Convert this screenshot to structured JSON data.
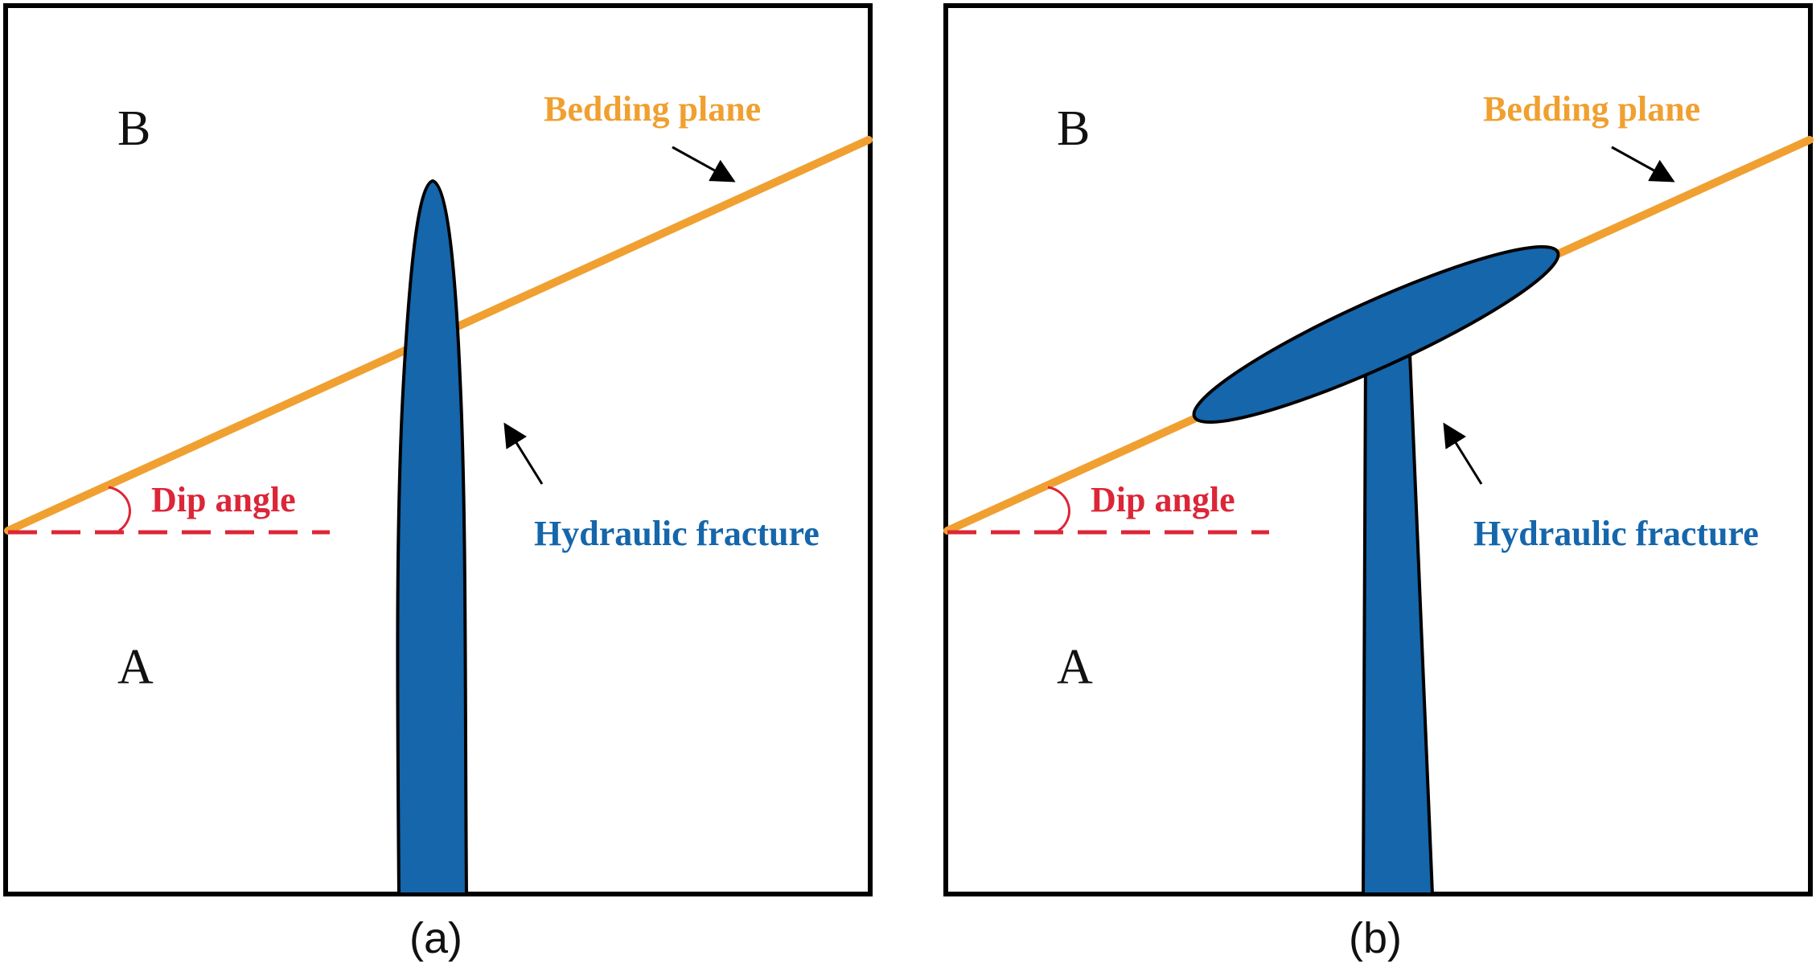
{
  "panels": [
    {
      "caption": "(a)",
      "label_top": "B",
      "label_bottom": "A",
      "bedding_label": "Bedding plane",
      "fracture_label": "Hydraulic fracture",
      "dip_label": "Dip angle"
    },
    {
      "caption": "(b)",
      "label_top": "B",
      "label_bottom": "A",
      "bedding_label": "Bedding plane",
      "fracture_label": "Hydraulic fracture",
      "dip_label": "Dip angle"
    }
  ],
  "colors": {
    "bedding": "#f0a030",
    "fracture": "#1566ab",
    "dip": "#dc2638",
    "frame": "#000000"
  }
}
